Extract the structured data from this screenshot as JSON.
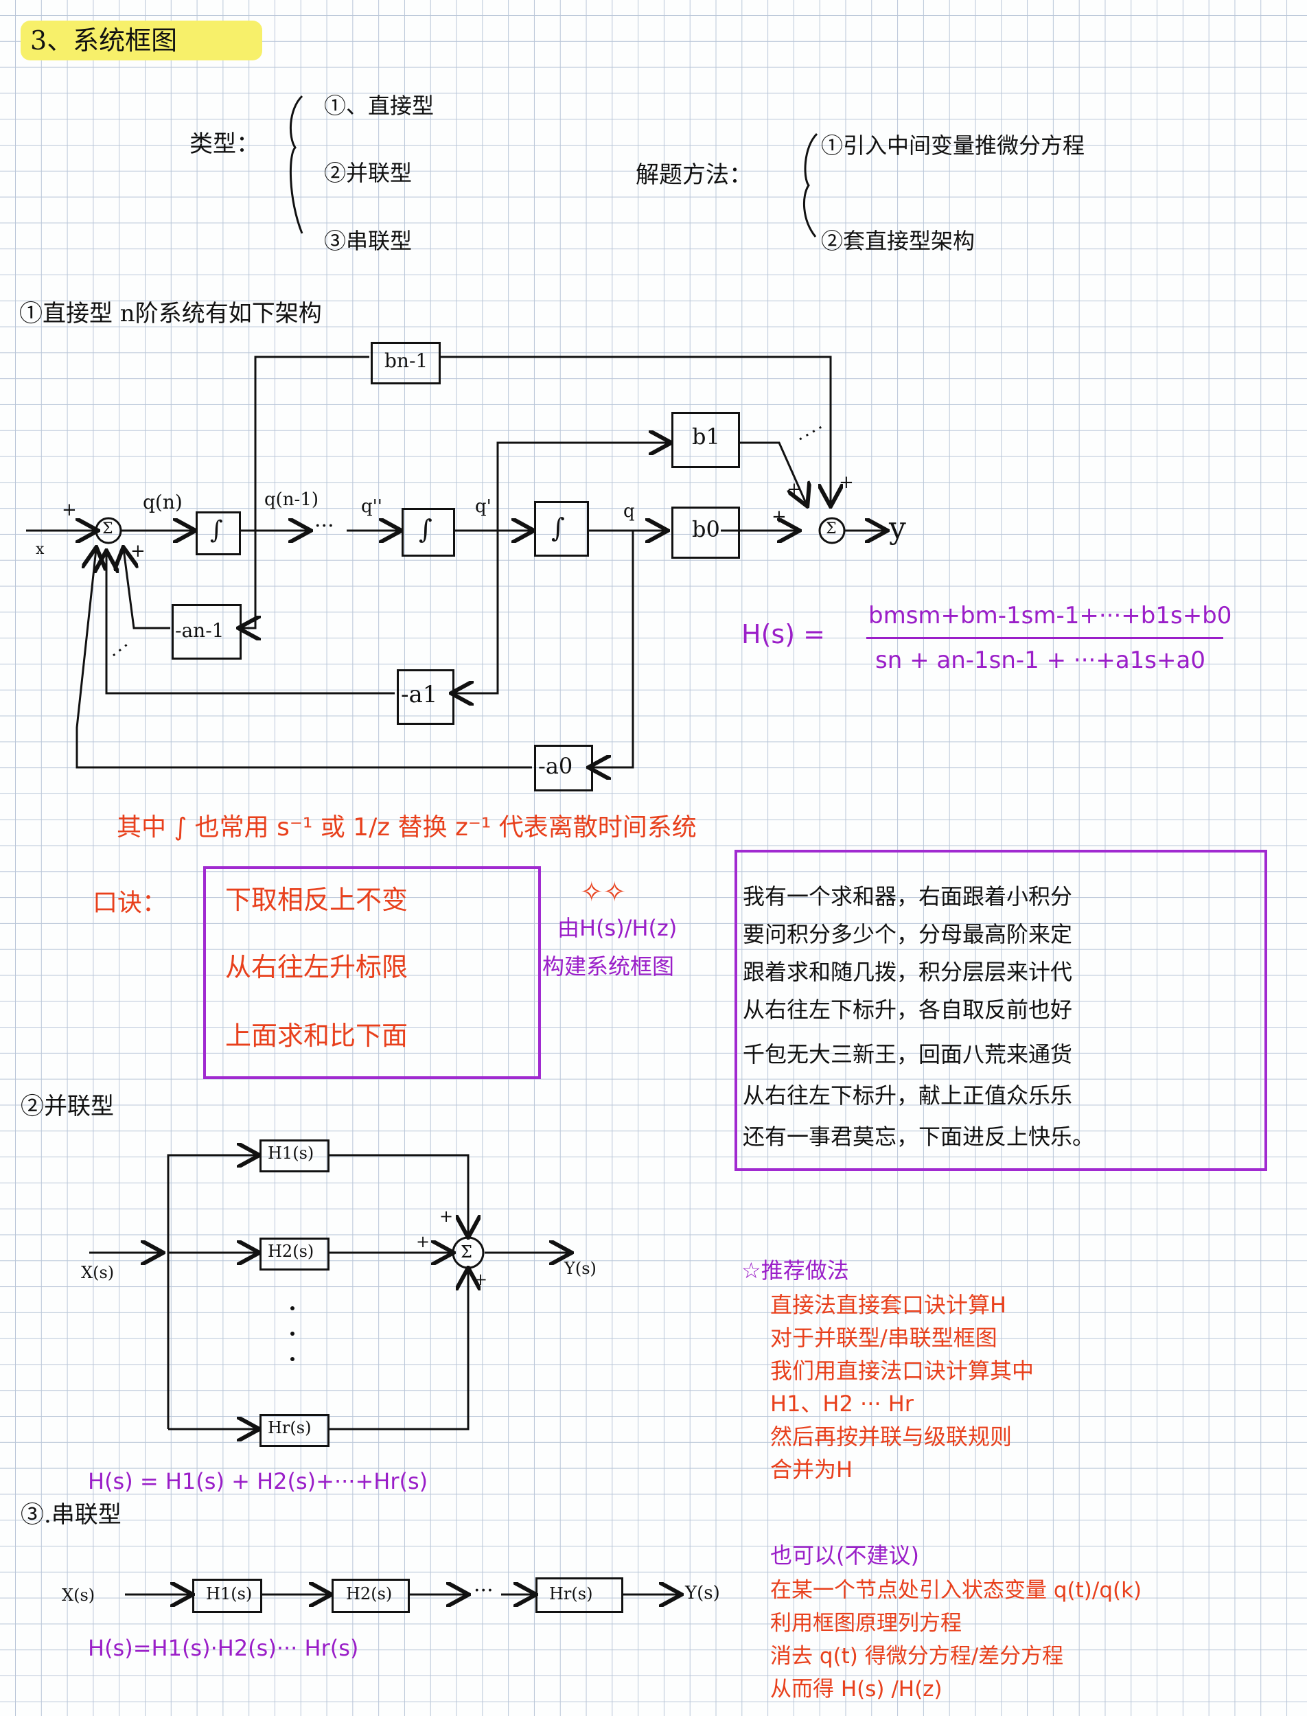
{
  "title": "3、系统框图",
  "types": {
    "label": "类型：",
    "items": [
      "①、直接型",
      "②并联型",
      "③串联型"
    ]
  },
  "methods": {
    "label": "解题方法：",
    "items": [
      "①引入中间变量推微分方程",
      "②套直接型架构"
    ]
  },
  "direct": {
    "heading": "①直接型 n阶系统有如下架构",
    "blocks": {
      "bn1": "bn-1",
      "b1": "b1",
      "b0": "b0",
      "int1": "∫",
      "int2": "∫",
      "int3": "∫",
      "an1": "-an-1",
      "a1": "-a1",
      "a0": "-a0",
      "sum_in": "Σ",
      "sum_out": "Σ"
    },
    "signals": {
      "x": "x",
      "y": "y",
      "qn": "q(n)",
      "qn1": "q(n-1)",
      "dots": "···",
      "q2": "q''",
      "q1": "q'",
      "q": "q",
      "plus": "+"
    },
    "hs_label": "H(s) =",
    "hs_num": "bmsm+bm-1sm-1+···+b1s+b0",
    "hs_den": "sn + an-1sn-1 + ···+a1s+a0"
  },
  "note_red": "其中 ∫ 也常用 s⁻¹ 或 1/z 替换  z⁻¹ 代表离散时间系统",
  "mnemonic": {
    "label": "口诀：",
    "lines": [
      "下取相反上不变",
      "从右往左升标限",
      "上面求和比下面"
    ]
  },
  "star_note": {
    "line1": "由H(s)/H(z)",
    "line2": "构建系统框图"
  },
  "poem": [
    "我有一个求和器，右面跟着小积分",
    "要问积分多少个，分母最高阶来定",
    "跟着求和随几拨，积分层层来计代",
    "从右往左下标升，各自取反前也好",
    "千包无大三新王，回面八荒来通货",
    "从右往左下标升，献上正值众乐乐",
    "还有一事君莫忘，下面进反上快乐。"
  ],
  "parallel": {
    "heading": "②并联型",
    "blocks": [
      "H1(s)",
      "H2(s)",
      "Hr(s)"
    ],
    "input": "X(s)",
    "output": "Y(s)",
    "sum": "Σ",
    "formula": "H(s) = H1(s) + H2(s)+···+Hr(s)"
  },
  "series": {
    "heading": "③.串联型",
    "blocks": [
      "H1(s)",
      "H2(s)",
      "Hr(s)"
    ],
    "input": "X(s)",
    "output": "Y(s)",
    "dots": "···",
    "formula": "H(s)=H1(s)·H2(s)··· Hr(s)"
  },
  "recommend": {
    "title": "☆推荐做法",
    "lines": [
      "直接法直接套口诀计算H",
      "对于并联型/串联型框图",
      "我们用直接法口诀计算其中",
      "H1、H2 ··· Hr",
      "然后再按并联与级联规则",
      "合并为H"
    ]
  },
  "alt": {
    "title": "也可以(不建议)",
    "lines": [
      "在某一个节点处引入状态变量 q(t)/q(k)",
      "利用框图原理列方程",
      "消去 q(t) 得微分方程/差分方程",
      "从而得 H(s) /H(z)"
    ]
  },
  "colors": {
    "red": "#e8401c",
    "purple": "#9a1ec8",
    "highlight": "#f7f06a",
    "grid": "#b9c6d8"
  }
}
